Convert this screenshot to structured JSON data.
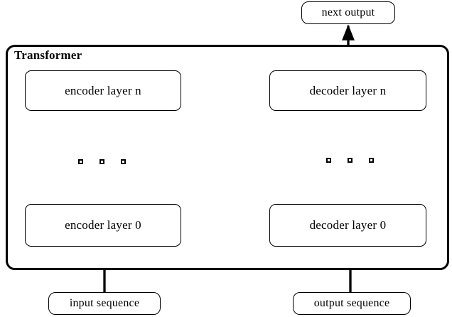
{
  "diagram": {
    "title": "Transformer",
    "outer_group_label": "Transformer",
    "nodes": {
      "next_output": "next output",
      "encoder_layer_n": "encoder layer n",
      "decoder_layer_n": "decoder layer n",
      "encoder_layer_0": "encoder layer 0",
      "decoder_layer_0": "decoder layer 0",
      "input_sequence": "input sequence",
      "output_sequence": "output sequence"
    },
    "ellipsis": {
      "encoder_stack": "□ □ □",
      "decoder_stack": "□ □ □"
    },
    "edges": [
      {
        "from": "input sequence",
        "to": "encoder layer 0",
        "style": "arrow-up"
      },
      {
        "from": "encoder layer 0",
        "to": "encoder stack ellipsis",
        "style": "arrow-up"
      },
      {
        "from": "encoder stack ellipsis",
        "to": "encoder layer n",
        "style": "arrow-up"
      },
      {
        "from": "encoder layer n",
        "to": "decoder layer n",
        "style": "arrow-right"
      },
      {
        "from": "encoder layer n",
        "to": "decoder stack ellipsis",
        "style": "arrow-diagonal"
      },
      {
        "from": "encoder layer n",
        "to": "decoder layer 0",
        "style": "arrow-diagonal"
      },
      {
        "from": "output sequence",
        "to": "decoder layer 0",
        "style": "arrow-up"
      },
      {
        "from": "decoder layer 0",
        "to": "decoder stack ellipsis",
        "style": "arrow-up"
      },
      {
        "from": "decoder stack ellipsis",
        "to": "decoder layer n",
        "style": "arrow-up"
      },
      {
        "from": "decoder layer n",
        "to": "next output",
        "style": "arrow-up"
      }
    ],
    "colors": {
      "stroke": "#000000",
      "background": "#ffffff",
      "text": "#000000"
    }
  }
}
